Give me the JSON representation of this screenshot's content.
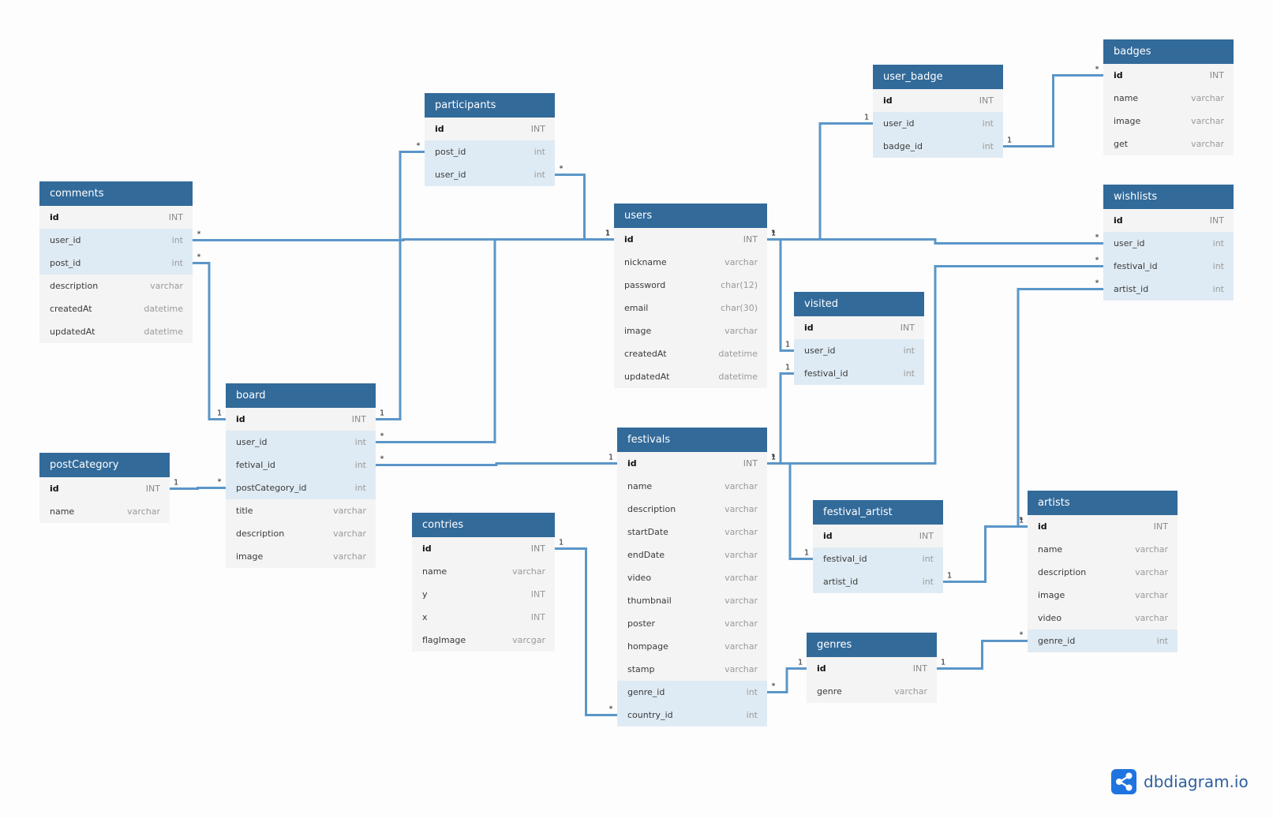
{
  "tables": [
    {
      "name": "participants",
      "fields": [
        {
          "name": "id",
          "type": "INT",
          "pk": true
        },
        {
          "name": "post_id",
          "type": "int",
          "fk": true
        },
        {
          "name": "user_id",
          "type": "int",
          "fk": true
        }
      ]
    },
    {
      "name": "user_badge",
      "fields": [
        {
          "name": "id",
          "type": "INT",
          "pk": true
        },
        {
          "name": "user_id",
          "type": "int",
          "fk": true
        },
        {
          "name": "badge_id",
          "type": "int",
          "fk": true
        }
      ]
    },
    {
      "name": "badges",
      "fields": [
        {
          "name": "id",
          "type": "INT",
          "pk": true
        },
        {
          "name": "name",
          "type": "varchar"
        },
        {
          "name": "image",
          "type": "varchar"
        },
        {
          "name": "get",
          "type": "varchar"
        }
      ]
    },
    {
      "name": "comments",
      "fields": [
        {
          "name": "id",
          "type": "INT",
          "pk": true
        },
        {
          "name": "user_id",
          "type": "int",
          "fk": true
        },
        {
          "name": "post_id",
          "type": "int",
          "fk": true
        },
        {
          "name": "description",
          "type": "varchar"
        },
        {
          "name": "createdAt",
          "type": "datetime"
        },
        {
          "name": "updatedAt",
          "type": "datetime"
        }
      ]
    },
    {
      "name": "users",
      "fields": [
        {
          "name": "id",
          "type": "INT",
          "pk": true
        },
        {
          "name": "nickname",
          "type": "varchar"
        },
        {
          "name": "password",
          "type": "char(12)"
        },
        {
          "name": "email",
          "type": "char(30)"
        },
        {
          "name": "image",
          "type": "varchar"
        },
        {
          "name": "createdAt",
          "type": "datetime"
        },
        {
          "name": "updatedAt",
          "type": "datetime"
        }
      ]
    },
    {
      "name": "wishlists",
      "fields": [
        {
          "name": "id",
          "type": "INT",
          "pk": true
        },
        {
          "name": "user_id",
          "type": "int",
          "fk": true
        },
        {
          "name": "festival_id",
          "type": "int",
          "fk": true
        },
        {
          "name": "artist_id",
          "type": "int",
          "fk": true
        }
      ]
    },
    {
      "name": "visited",
      "fields": [
        {
          "name": "id",
          "type": "INT",
          "pk": true
        },
        {
          "name": "user_id",
          "type": "int",
          "fk": true
        },
        {
          "name": "festival_id",
          "type": "int",
          "fk": true
        }
      ]
    },
    {
      "name": "board",
      "fields": [
        {
          "name": "id",
          "type": "INT",
          "pk": true
        },
        {
          "name": "user_id",
          "type": "int",
          "fk": true
        },
        {
          "name": "fetival_id",
          "type": "int",
          "fk": true
        },
        {
          "name": "postCategory_id",
          "type": "int",
          "fk": true
        },
        {
          "name": "title",
          "type": "varchar"
        },
        {
          "name": "description",
          "type": "varchar"
        },
        {
          "name": "image",
          "type": "varchar"
        }
      ]
    },
    {
      "name": "festivals",
      "fields": [
        {
          "name": "id",
          "type": "INT",
          "pk": true
        },
        {
          "name": "name",
          "type": "varchar"
        },
        {
          "name": "description",
          "type": "varchar"
        },
        {
          "name": "startDate",
          "type": "varchar"
        },
        {
          "name": "endDate",
          "type": "varchar"
        },
        {
          "name": "video",
          "type": "varchar"
        },
        {
          "name": "thumbnail",
          "type": "varchar"
        },
        {
          "name": "poster",
          "type": "varchar"
        },
        {
          "name": "hompage",
          "type": "varchar"
        },
        {
          "name": "stamp",
          "type": "varchar"
        },
        {
          "name": "genre_id",
          "type": "int",
          "fk": true
        },
        {
          "name": "country_id",
          "type": "int",
          "fk": true
        }
      ]
    },
    {
      "name": "postCategory",
      "fields": [
        {
          "name": "id",
          "type": "INT",
          "pk": true
        },
        {
          "name": "name",
          "type": "varchar"
        }
      ]
    },
    {
      "name": "contries",
      "fields": [
        {
          "name": "id",
          "type": "INT",
          "pk": true
        },
        {
          "name": "name",
          "type": "varchar"
        },
        {
          "name": "y",
          "type": "INT"
        },
        {
          "name": "x",
          "type": "INT"
        },
        {
          "name": "flagImage",
          "type": "varcgar"
        }
      ]
    },
    {
      "name": "festival_artist",
      "fields": [
        {
          "name": "id",
          "type": "INT",
          "pk": true
        },
        {
          "name": "festival_id",
          "type": "int",
          "fk": true
        },
        {
          "name": "artist_id",
          "type": "int",
          "fk": true
        }
      ]
    },
    {
      "name": "artists",
      "fields": [
        {
          "name": "id",
          "type": "INT",
          "pk": true
        },
        {
          "name": "name",
          "type": "varchar"
        },
        {
          "name": "description",
          "type": "varchar"
        },
        {
          "name": "image",
          "type": "varchar"
        },
        {
          "name": "video",
          "type": "varchar"
        },
        {
          "name": "genre_id",
          "type": "int",
          "fk": true
        }
      ]
    },
    {
      "name": "genres",
      "fields": [
        {
          "name": "id",
          "type": "INT",
          "pk": true
        },
        {
          "name": "genre",
          "type": "varchar"
        }
      ]
    }
  ],
  "relations": [
    {
      "from": "participants.post_id",
      "to": "board.id",
      "from_card": "*",
      "to_card": "1"
    },
    {
      "from": "participants.user_id",
      "to": "users.id",
      "from_card": "*",
      "to_card": "1"
    },
    {
      "from": "user_badge.user_id",
      "to": "users.id",
      "from_card": "1",
      "to_card": "1"
    },
    {
      "from": "user_badge.badge_id",
      "to": "badges.id",
      "from_card": "1",
      "to_card": "*"
    },
    {
      "from": "comments.user_id",
      "to": "users.id",
      "from_card": "*",
      "to_card": "1"
    },
    {
      "from": "comments.post_id",
      "to": "board.id",
      "from_card": "*",
      "to_card": "1"
    },
    {
      "from": "board.user_id",
      "to": "users.id",
      "from_card": "*",
      "to_card": "1"
    },
    {
      "from": "board.fetival_id",
      "to": "festivals.id",
      "from_card": "*",
      "to_card": "1"
    },
    {
      "from": "board.postCategory_id",
      "to": "postCategory.id",
      "from_card": "*",
      "to_card": "1"
    },
    {
      "from": "wishlists.user_id",
      "to": "users.id",
      "from_card": "*",
      "to_card": "1"
    },
    {
      "from": "wishlists.festival_id",
      "to": "festivals.id",
      "from_card": "*",
      "to_card": "1"
    },
    {
      "from": "wishlists.artist_id",
      "to": "artists.id",
      "from_card": "*",
      "to_card": "1"
    },
    {
      "from": "visited.user_id",
      "to": "users.id",
      "from_card": "1",
      "to_card": "*"
    },
    {
      "from": "visited.festival_id",
      "to": "festivals.id",
      "from_card": "1",
      "to_card": "*"
    },
    {
      "from": "festivals.country_id",
      "to": "contries.id",
      "from_card": "*",
      "to_card": "1"
    },
    {
      "from": "festivals.genre_id",
      "to": "genres.id",
      "from_card": "*",
      "to_card": "1"
    },
    {
      "from": "festival_artist.festival_id",
      "to": "festivals.id",
      "from_card": "1",
      "to_card": "1"
    },
    {
      "from": "festival_artist.artist_id",
      "to": "artists.id",
      "from_card": "1",
      "to_card": "*"
    },
    {
      "from": "artists.genre_id",
      "to": "genres.id",
      "from_card": "*",
      "to_card": "1"
    }
  ],
  "brand": {
    "name": "dbdiagram.io",
    "accent": "#1f74e0"
  },
  "colors": {
    "header": "#326a9a",
    "row": "#f4f4f4",
    "fk_row": "#dfebf4",
    "connector": "#5b96c8"
  }
}
